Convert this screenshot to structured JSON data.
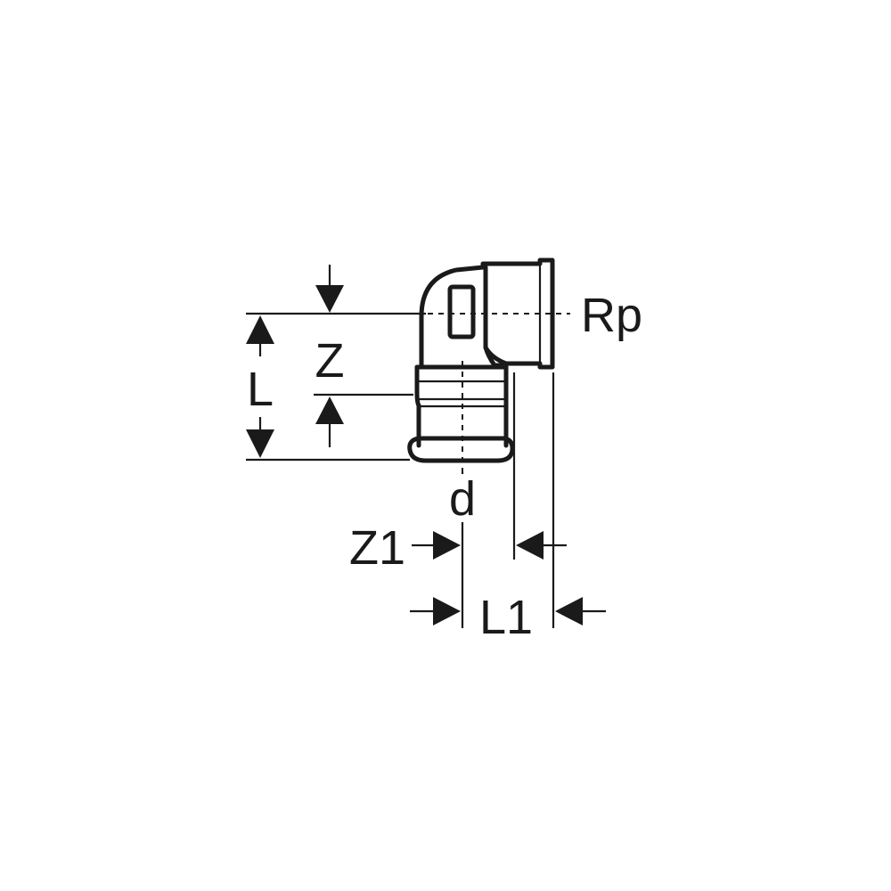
{
  "labels": {
    "rp": "Rp",
    "z": "Z",
    "l": "L",
    "d": "d",
    "z1": "Z1",
    "l1": "L1"
  },
  "colors": {
    "ink": "#1a1a1a",
    "background": "#ffffff"
  }
}
